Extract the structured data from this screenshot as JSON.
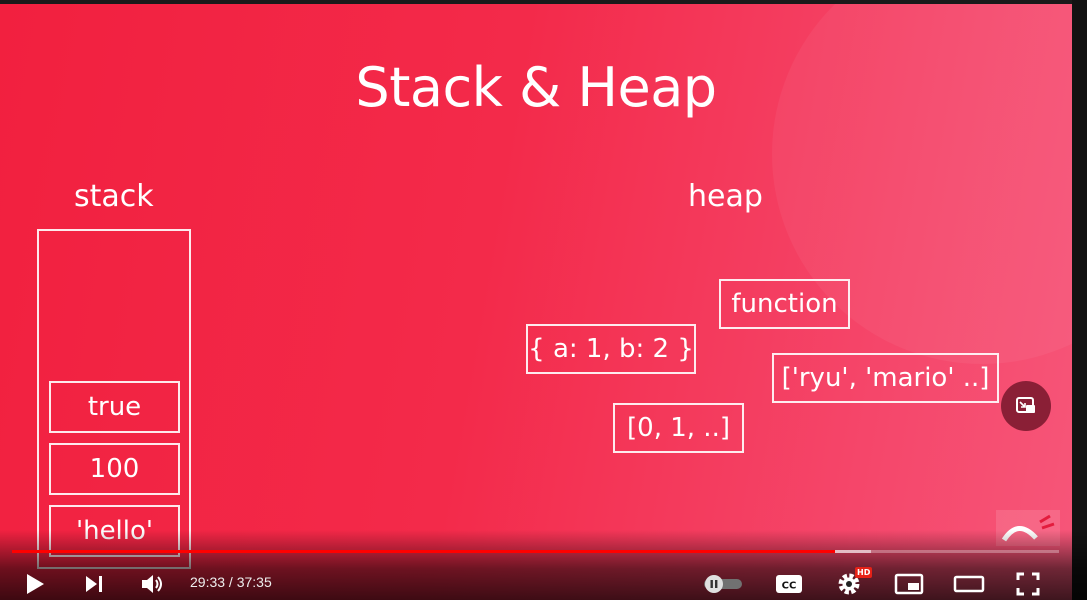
{
  "slide": {
    "title": "Stack & Heap",
    "stack_label": "stack",
    "heap_label": "heap",
    "stack_items": [
      "true",
      "100",
      "'hello'"
    ],
    "heap_items": {
      "function": "function",
      "object": "{ a: 1, b: 2 }",
      "names_array": "['ryu', 'mario' ..]",
      "numbers_array": "[0, 1, ..]"
    }
  },
  "player": {
    "current_time": "29:33",
    "duration": "37:35",
    "time_display": "29:33 / 37:35",
    "played_fraction": 0.786,
    "buffered_fraction": 0.82,
    "hd_badge": "HD",
    "colors": {
      "accent": "#ff0000",
      "slide_background": "#f32a4a"
    },
    "icons": [
      "play-icon",
      "next-icon",
      "volume-icon",
      "autoplay-toggle",
      "captions-icon",
      "settings-icon",
      "miniplayer-icon",
      "theater-icon",
      "fullscreen-icon"
    ]
  }
}
